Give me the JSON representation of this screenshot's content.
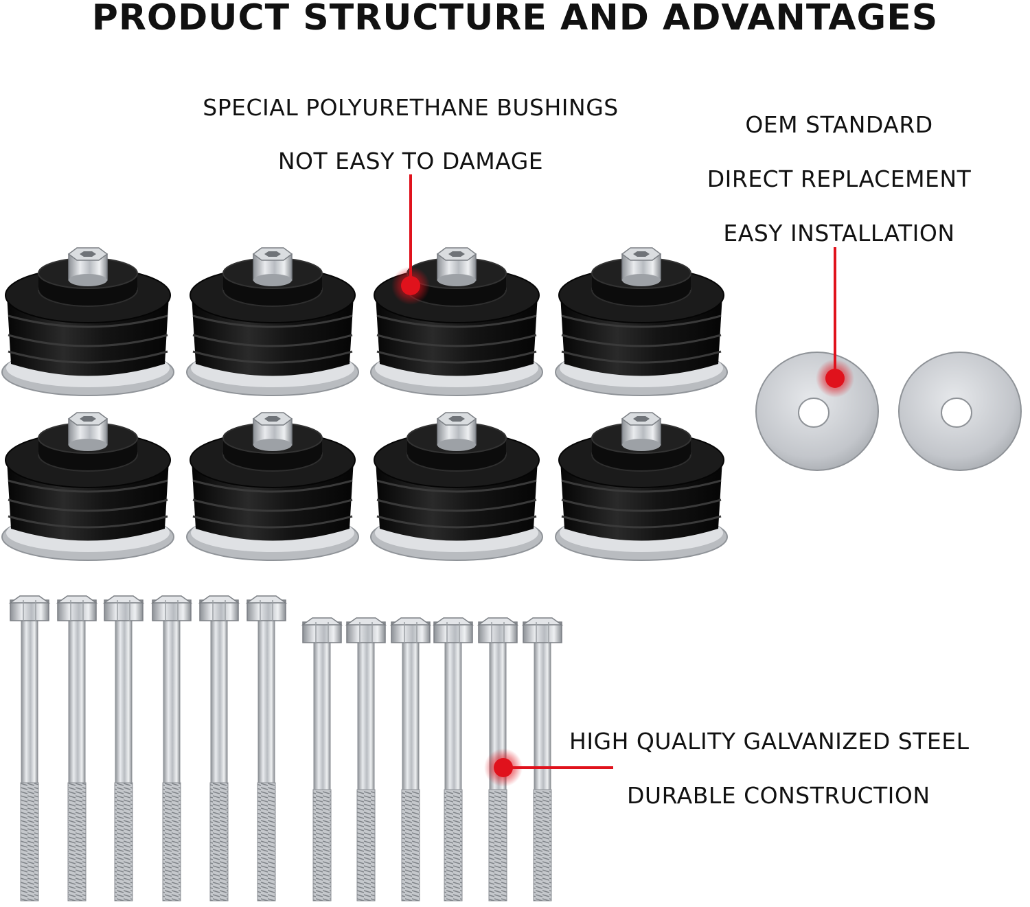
{
  "title": "PRODUCT STRUCTURE AND ADVANTAGES",
  "callouts": {
    "bushings": {
      "line1": "SPECIAL POLYURETHANE BUSHINGS",
      "line2": "NOT EASY TO DAMAGE"
    },
    "washers": {
      "line1": "OEM STANDARD",
      "line2": "DIRECT REPLACEMENT",
      "line3": "EASY INSTALLATION"
    },
    "bolts": {
      "line1": "HIGH QUALITY GALVANIZED STEEL",
      "line2": "DURABLE CONSTRUCTION"
    }
  },
  "colors": {
    "accent": "#e0121c",
    "rubber": "#111111",
    "steel": "#c9ccd0"
  }
}
